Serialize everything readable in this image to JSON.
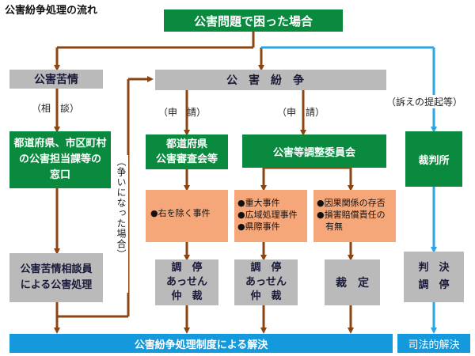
{
  "title": "公害紛争処理の流れ",
  "top_box": "公害問題で困った場合",
  "left_col": {
    "complaint": "公害苦情",
    "consult_label": "（相　談）",
    "office": [
      "都道府県、市区町村",
      "の公害担当課等の",
      "窓口"
    ],
    "counselor": [
      "公害苦情相談員",
      "による公害処理"
    ]
  },
  "dispute_header": "公害紛争",
  "vertical_label": "（争いになった場合）",
  "apply_label_1": "（申　請）",
  "apply_label_2": "（申　請）",
  "lawsuit_label": "（訴えの提起等）",
  "prefecture_board": [
    "都道府県",
    "公害審査会等"
  ],
  "coordination_committee": "公害等調整委員会",
  "court": "裁判所",
  "case_notes": {
    "prefecture": [
      "●右を除く事件"
    ],
    "major": [
      "●重大事件",
      "●広域処理事件",
      "●県際事件"
    ],
    "causation": [
      "●因果関係の存否",
      "●損害賠償責任の",
      "　有無"
    ]
  },
  "outcomes": {
    "prefecture": [
      "調　停",
      "あっせん",
      "仲　裁"
    ],
    "major": [
      "調　停",
      "あっせん",
      "仲　裁"
    ],
    "ruling": "裁　定",
    "court": [
      "判　決",
      "調　停"
    ]
  },
  "bottom_bar": "公害紛争処理制度による解決",
  "judicial": "司法的解決",
  "colors": {
    "green": "#0a8a3e",
    "grey": "#bababa",
    "peach": "#f6a77a",
    "blue": "#1499dd",
    "arrow_brown": "#8b4513",
    "arrow_blue": "#2aa6e8"
  }
}
